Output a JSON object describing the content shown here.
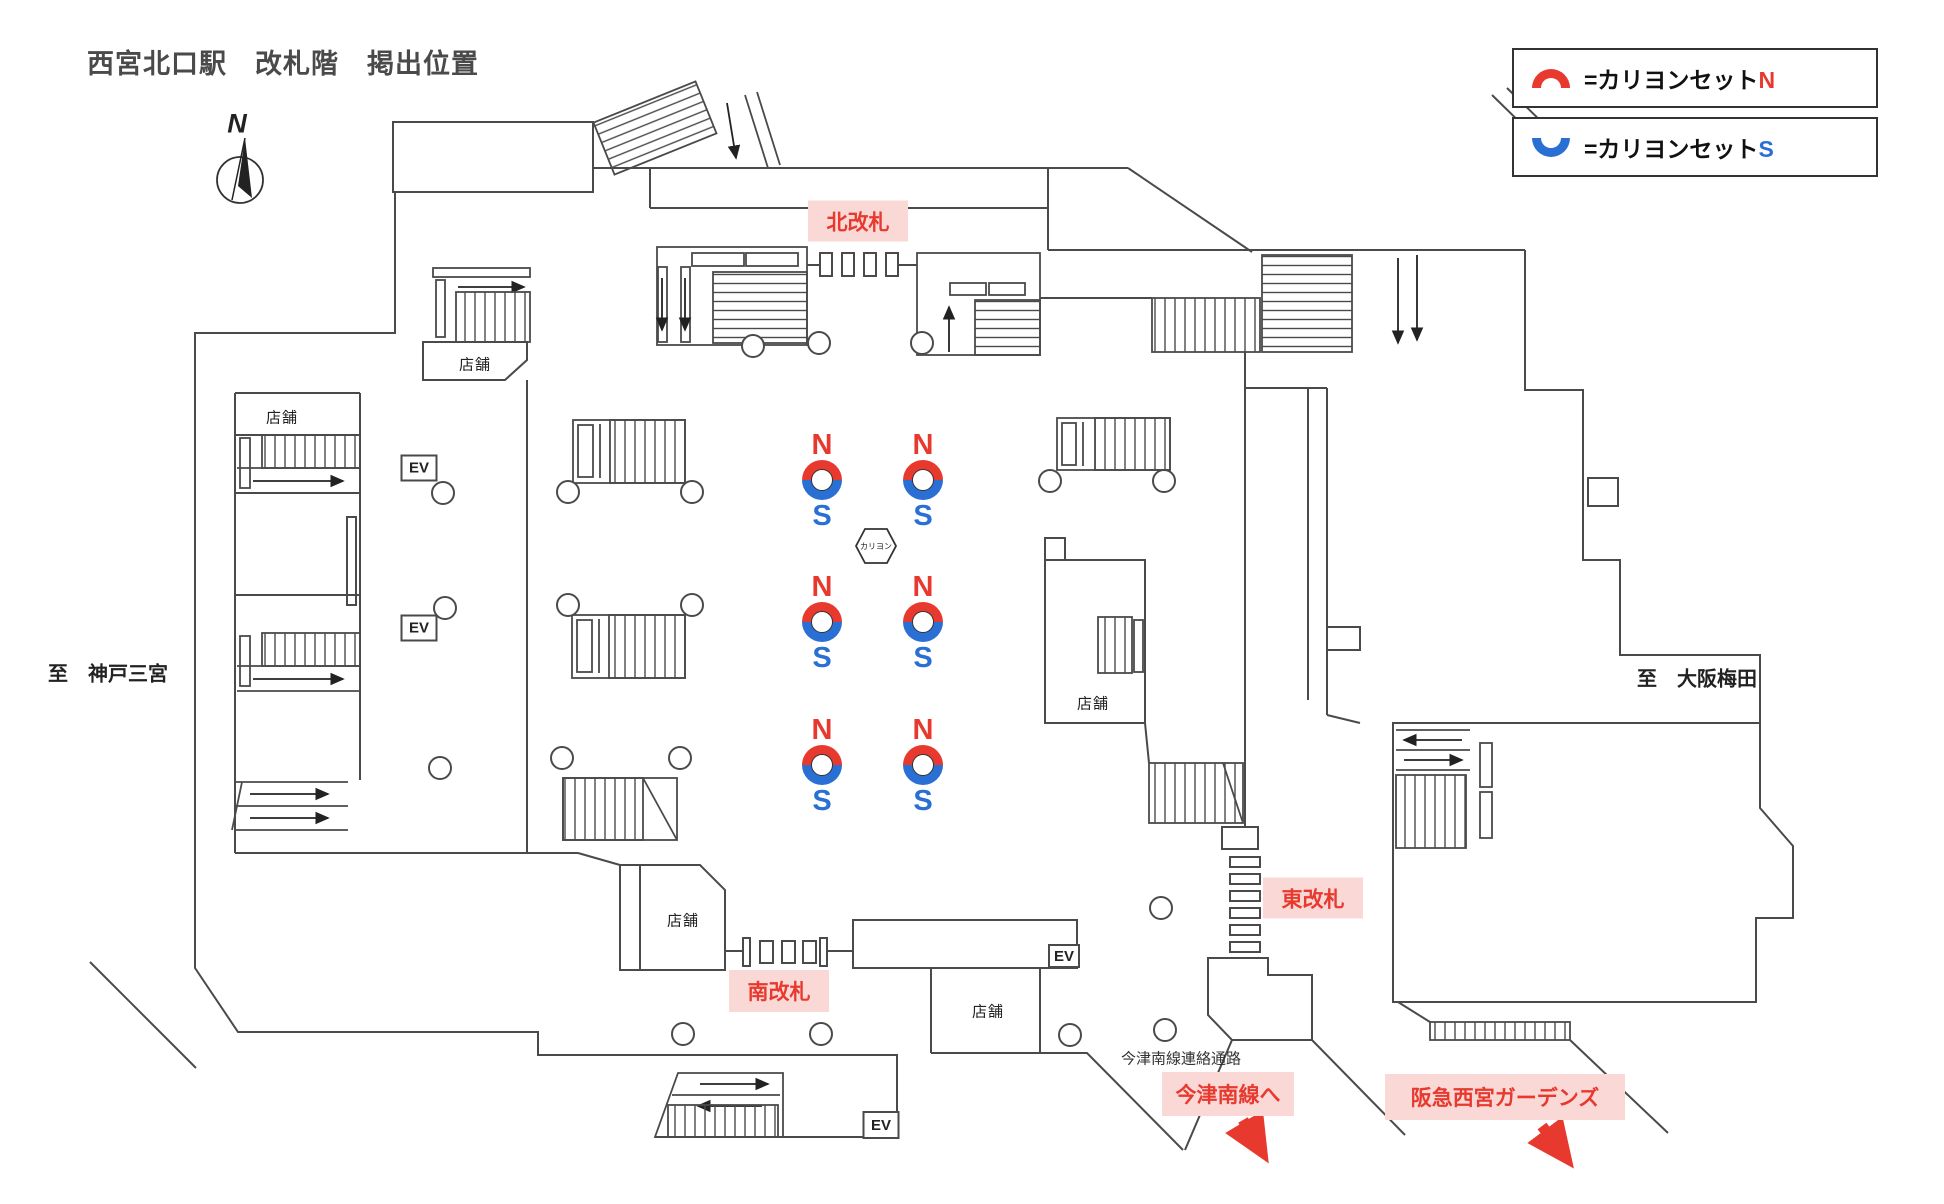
{
  "title": "西宮北口駅　改札階　掲出位置",
  "legend": {
    "n_text": "=カリヨンセット",
    "n_suffix": "N",
    "s_text": "=カリヨンセット",
    "s_suffix": "S"
  },
  "compass": {
    "label": "N"
  },
  "gates": {
    "north": "北改札",
    "south": "南改札",
    "east": "東改札"
  },
  "directions": {
    "west": "至　神戸三宮",
    "east": "至　大阪梅田"
  },
  "exits": {
    "corridor": "今津南線連絡通路",
    "imazu": "今津南線へ",
    "gardens": "阪急西宮ガーデンズ"
  },
  "labels": {
    "shop": "店舗",
    "ev": "EV",
    "kariyon": "カリヨン"
  },
  "marker": {
    "n": "N",
    "s": "S"
  },
  "colors": {
    "red": "#e8392f",
    "blue": "#2a6fd4",
    "pink": "#f9d8d6",
    "line": "#4a4a4a"
  }
}
